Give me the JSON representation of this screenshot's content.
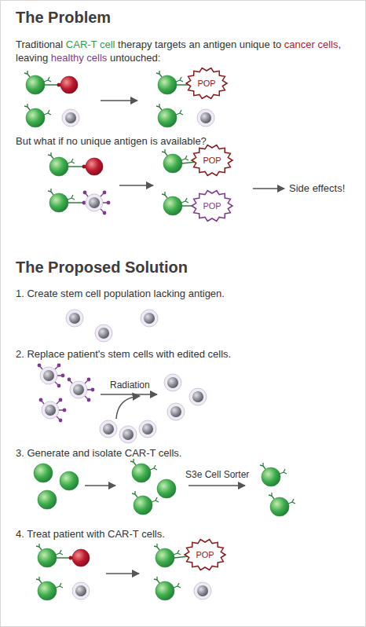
{
  "diagram": {
    "nodes": [
      {
        "text": [
          "POP"
        ]
      },
      {
        "text": [
          "POP"
        ]
      },
      {
        "text": [
          "POP"
        ]
      },
      {
        "text": [
          "POP"
        ]
      }
    ],
    "labels": [
      "The Problem",
      "Traditional",
      "CAR-T cell",
      "therapy targets an antigen unique to",
      "cancer cells",
      ", leaving",
      "healthy cells",
      "untouched:",
      "But what if no unique antigen is available?",
      "Side effects!",
      "The Proposed Solution",
      "1. Create stem cell population lacking antigen.",
      "2. Replace patient's stem cells with edited cells.",
      "Radiation",
      "3. Generate and isolate CAR-T cells.",
      "S3e Cell Sorter",
      "4. Treat patient with CAR-T cells."
    ]
  }
}
